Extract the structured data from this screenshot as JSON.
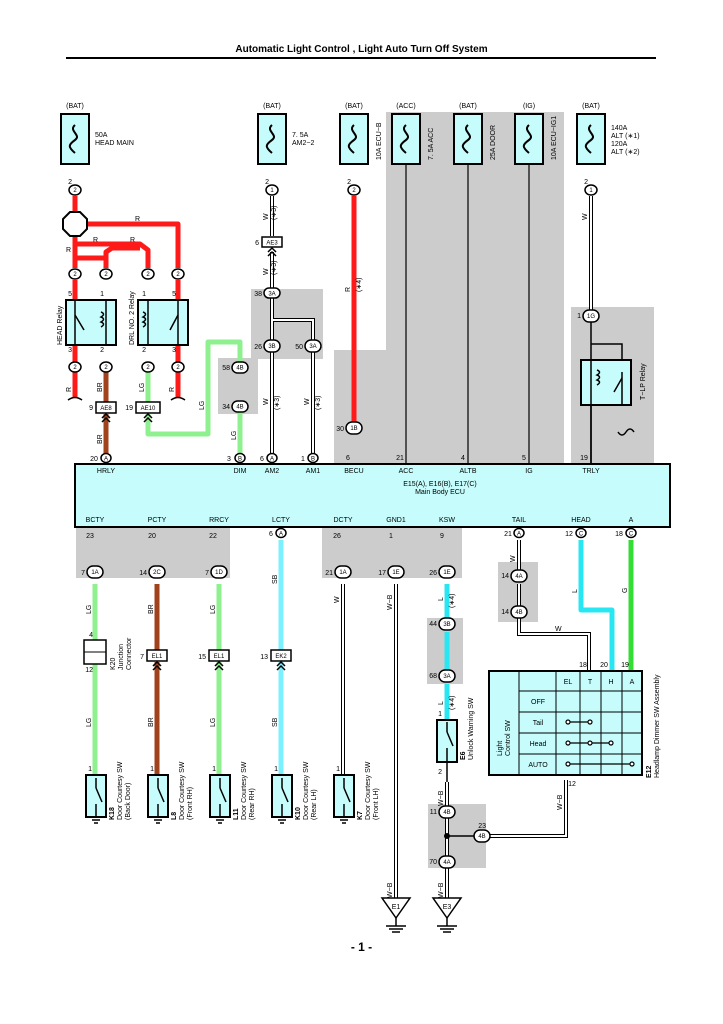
{
  "title": "Automatic Light Control , Light Auto Turn Off System",
  "page_number": "- 1 -",
  "colors": {
    "red": "#ff1a1a",
    "brown": "#a0421c",
    "light_green": "#8ef08e",
    "sky_blue": "#28e6f2",
    "light_blue": "#7cf0ff",
    "green": "#33dd33",
    "gray_panel": "#cccccc",
    "cyan_fill": "#c6fcfc"
  },
  "fuses": [
    {
      "source": "(BAT)",
      "rating": "50A",
      "name": "HEAD MAIN",
      "pin": "2"
    },
    {
      "source": "(BAT)",
      "rating": "7. 5A",
      "name": "AM2−2",
      "pin": "1"
    },
    {
      "source": "(BAT)",
      "label": "10A ECU−B",
      "pin": "2"
    },
    {
      "source": "(ACC)",
      "label": "7. 5A ACC"
    },
    {
      "source": "(BAT)",
      "label": "25A DOOR"
    },
    {
      "source": "(IG)",
      "label": "10A ECU−IG1"
    },
    {
      "source": "(BAT)",
      "rating": "140A",
      "name": "ALT (∗1)",
      "rating2": "120A",
      "name2": "ALT (∗2)",
      "pin": "1"
    }
  ],
  "relays": [
    {
      "name": "HEAD Relay"
    },
    {
      "name": "DRL NO. 2 Relay"
    },
    {
      "name": "T−LP Relay"
    }
  ],
  "ecu": {
    "title": "E15(A), E16(B), E17(C)",
    "subtitle": "Main Body ECU",
    "top_pins": [
      {
        "num": "20",
        "conn": "A",
        "label": "HRLY"
      },
      {
        "num": "3",
        "conn": "B",
        "label": "DIM"
      },
      {
        "num": "6",
        "conn": "A",
        "label": "AM2"
      },
      {
        "num": "1",
        "conn": "B",
        "label": "AM1"
      },
      {
        "num": "6",
        "label": "BECU"
      },
      {
        "num": "21",
        "label": "ACC"
      },
      {
        "num": "4",
        "label": "ALTB"
      },
      {
        "num": "5",
        "label": "IG"
      },
      {
        "num": "19",
        "label": "TRLY"
      }
    ],
    "bottom_pins": [
      {
        "num": "23",
        "label": "BCTY"
      },
      {
        "num": "20",
        "label": "PCTY"
      },
      {
        "num": "22",
        "label": "RRCY"
      },
      {
        "num": "6",
        "conn": "A",
        "label": "LCTY"
      },
      {
        "num": "26",
        "label": "DCTY"
      },
      {
        "num": "1",
        "label": "GND1"
      },
      {
        "num": "9",
        "label": "KSW"
      },
      {
        "num": "21",
        "conn": "A",
        "label": "TAIL"
      },
      {
        "num": "12",
        "conn": "C",
        "label": "HEAD"
      },
      {
        "num": "18",
        "conn": "C",
        "label": "A"
      }
    ]
  },
  "connectors": {
    "ae3": "AE3",
    "ae8": "AE8",
    "ae10": "AE10",
    "ek2": "EK2",
    "el1": "EL1",
    "c1a": "1A",
    "c3a": "3A",
    "c3b": "3B",
    "c4a": "4A",
    "c4b": "4B",
    "c2c": "2C",
    "c1d": "1D",
    "c1e": "1E",
    "c1g": "1G",
    "c1b": "1B"
  },
  "wire_colors": {
    "R": "R",
    "BR": "BR",
    "LG": "LG",
    "W": "W",
    "SB": "SB",
    "L": "L",
    "G": "G",
    "WB": "W−B"
  },
  "notes": {
    "n1": "(∗1)",
    "n2": "(∗2)",
    "n3": "(∗3)",
    "n4": "(∗4)"
  },
  "junction": {
    "code": "K20",
    "name": "Junction",
    "name2": "Connector"
  },
  "switches": [
    {
      "code": "K18",
      "name": "Door Courtesy SW",
      "pos": "(Back Door)"
    },
    {
      "code": "L8",
      "name": "Door Courtesy SW",
      "pos": "(Front RH)"
    },
    {
      "code": "L11",
      "name": "Door Courtesy SW",
      "pos": "(Rear RH)"
    },
    {
      "code": "K10",
      "name": "Door Courtesy SW",
      "pos": "(Rear LH)"
    },
    {
      "code": "K7",
      "name": "Door Courtesy SW",
      "pos": "(Front LH)"
    },
    {
      "code": "E6",
      "name": "Unlock Warning SW"
    }
  ],
  "dimmer": {
    "code": "E12",
    "name": "Headlamp Dimmer SW Assembly",
    "section": "Light",
    "section2": "Control SW",
    "columns": [
      "EL",
      "T",
      "H",
      "A"
    ],
    "rows": [
      "OFF",
      "Tail",
      "Head",
      "AUTO"
    ],
    "pins": [
      "18",
      "20",
      "19",
      "12"
    ]
  },
  "grounds": [
    "E1",
    "E3"
  ]
}
